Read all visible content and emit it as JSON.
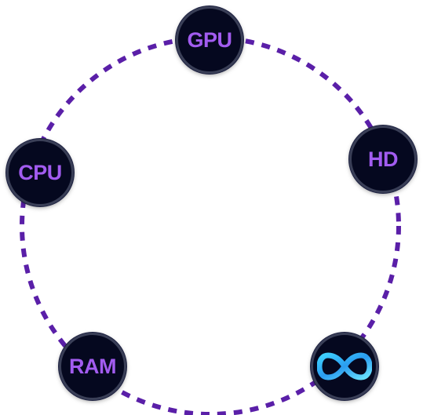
{
  "diagram": {
    "ring_color": "#5a1fa8",
    "node_fill": "#05081f",
    "label_color": "#a25cf0",
    "nodes": [
      {
        "id": "gpu",
        "label": "GPU"
      },
      {
        "id": "hd",
        "label": "HD"
      },
      {
        "id": "cpu",
        "label": "CPU"
      },
      {
        "id": "ram",
        "label": "RAM"
      },
      {
        "id": "infinity",
        "icon": "infinity-icon"
      }
    ]
  }
}
